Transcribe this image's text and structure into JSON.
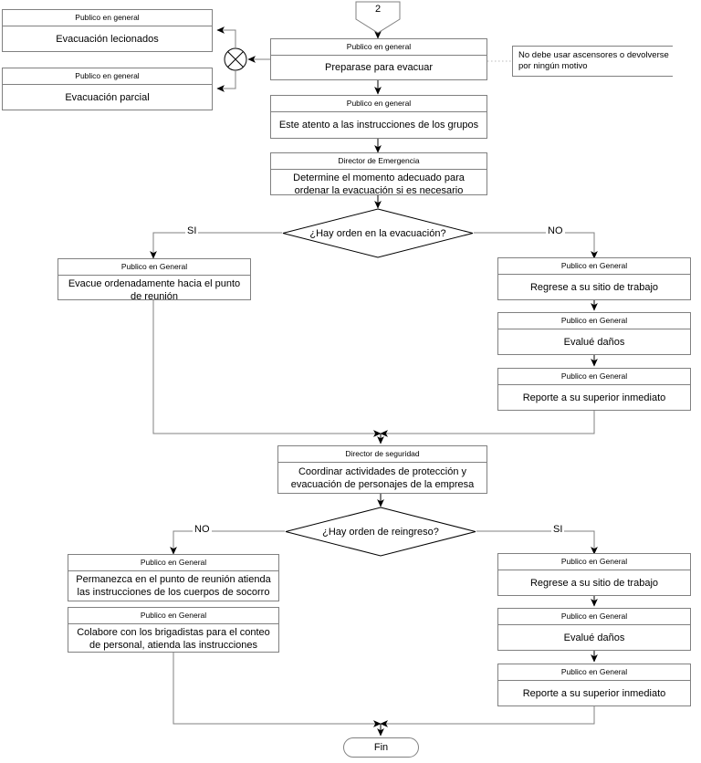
{
  "diagram": {
    "title": "Procedimiento de evacuacion - flujograma",
    "colors": {
      "stroke": "#808080",
      "arrow": "#000000",
      "text": "#000000",
      "background": "#ffffff",
      "dotted_connector": "#999999"
    },
    "connector_in": {
      "label": "2"
    },
    "terminator_end": {
      "label": "Fin"
    },
    "note": {
      "text": "No debe usar ascensores o devolverse por ningún motivo"
    },
    "edge_labels": {
      "d1_left": "SI",
      "d1_right": "NO",
      "d2_left": "NO",
      "d2_right": "SI"
    },
    "decisions": [
      {
        "id": "d1",
        "text": "¿Hay orden en la evacuación?"
      },
      {
        "id": "d2",
        "text": "¿Hay orden de reingreso?"
      }
    ],
    "boxes": [
      {
        "id": "b-evac-lesionados",
        "role": "Publico en general",
        "text": "Evacuación lecionados"
      },
      {
        "id": "b-evac-parcial",
        "role": "Publico en general",
        "text": "Evacuación parcial"
      },
      {
        "id": "b-preparase",
        "role": "Publico en general",
        "text": "Preparase para evacuar"
      },
      {
        "id": "b-atento",
        "role": "Publico en general",
        "text": "Este atento a las instrucciones de los grupos"
      },
      {
        "id": "b-determine",
        "role": "Director de Emergencia",
        "text": "Determine el momento adecuado para ordenar la evacuación si es necesario"
      },
      {
        "id": "b-evacue-orden",
        "role": "Publico en General",
        "text": "Evacue ordenadamente hacia el punto de reunión"
      },
      {
        "id": "b-regrese-1",
        "role": "Publico en General",
        "text": "Regrese a su sitio de trabajo"
      },
      {
        "id": "b-evalue-1",
        "role": "Publico en General",
        "text": "Evalué daños"
      },
      {
        "id": "b-reporte-1",
        "role": "Publico en General",
        "text": "Reporte a su superior inmediato"
      },
      {
        "id": "b-coordinar",
        "role": "Director de seguridad",
        "text": "Coordinar actividades de protección y evacuación de personajes de la empresa"
      },
      {
        "id": "b-permanezca",
        "role": "Publico en General",
        "text": "Permanezca en el punto de reunión atienda las instrucciones de los cuerpos de socorro"
      },
      {
        "id": "b-colabore",
        "role": "Publico en General",
        "text": "Colabore con los brigadistas para el conteo de personal, atienda las instrucciones"
      },
      {
        "id": "b-regrese-2",
        "role": "Publico en General",
        "text": "Regrese a su sitio de trabajo"
      },
      {
        "id": "b-evalue-2",
        "role": "Publico en General",
        "text": "Evalué daños"
      },
      {
        "id": "b-reporte-2",
        "role": "Publico en General",
        "text": "Reporte a su superior inmediato"
      }
    ]
  }
}
